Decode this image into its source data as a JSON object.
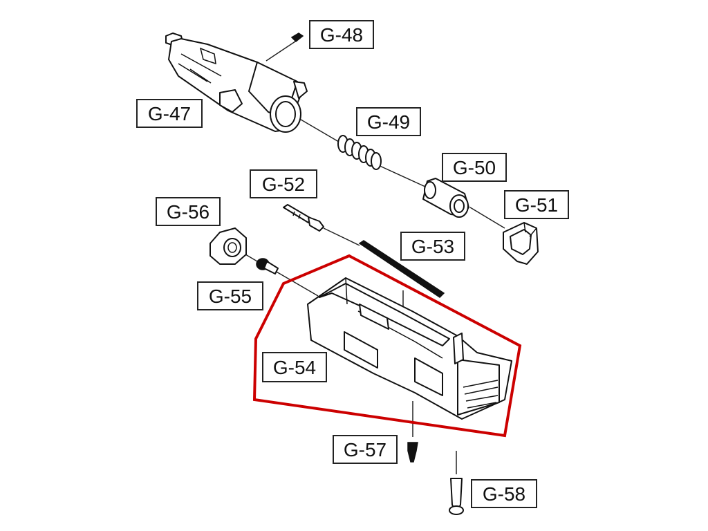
{
  "highlight": {
    "color": "#cc0000",
    "part": "G-54"
  },
  "labels": {
    "g47": "G-47",
    "g48": "G-48",
    "g49": "G-49",
    "g50": "G-50",
    "g51": "G-51",
    "g52": "G-52",
    "g53": "G-53",
    "g54": "G-54",
    "g55": "G-55",
    "g56": "G-56",
    "g57": "G-57",
    "g58": "G-58"
  }
}
